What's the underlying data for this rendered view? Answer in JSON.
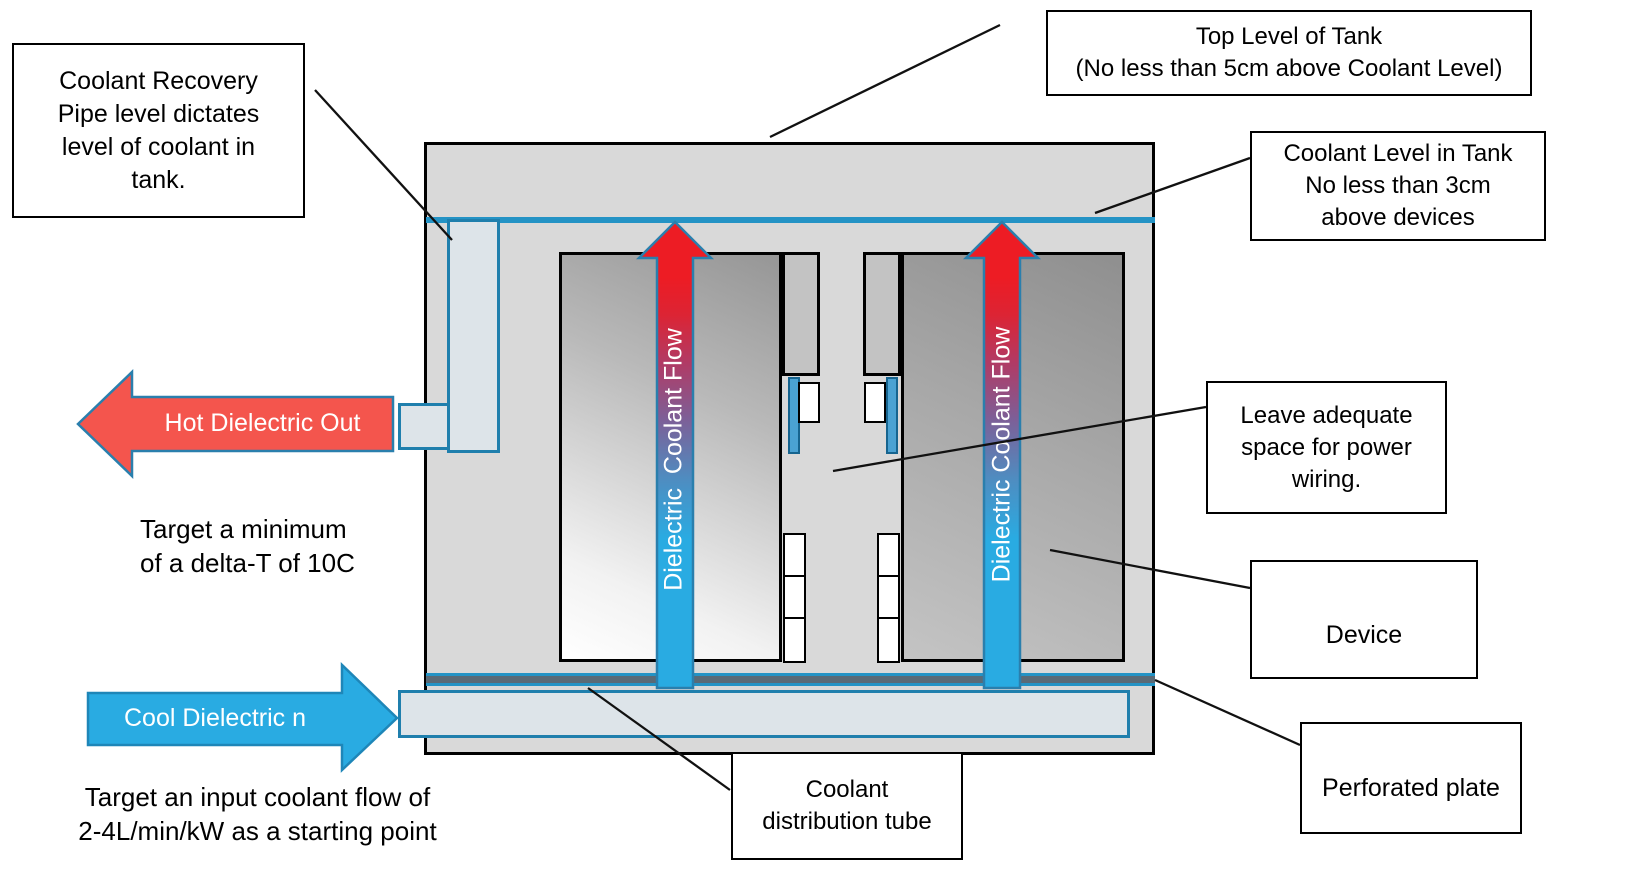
{
  "title": "Immersion cooling tank diagram",
  "colors": {
    "accent_blue": "#2493c5",
    "flow_blue": "#29abe2",
    "flow_red": "#ed1c24",
    "hot_red": "#f4554d",
    "steel_border": "#2a7fad",
    "pipe_border": "#1f7fad",
    "pipe_fill": "#dde4e9",
    "tank_fill": "#d9d9d9",
    "plate_dark": "#5a6a76"
  },
  "callouts": {
    "coolant_recovery": "Coolant Recovery\nPipe level dictates\nlevel of coolant in\ntank.",
    "top_level": "Top Level of Tank\n(No less than 5cm above Coolant Level)",
    "coolant_level": "Coolant Level in Tank\nNo less than 3cm\nabove devices",
    "power_wiring": "Leave adequate\nspace for power\nwiring.",
    "device": "Device",
    "perforated_plate": "Perforated plate",
    "distribution_tube": "Coolant\ndistribution tube"
  },
  "arrows": {
    "hot_out": "Hot Dielectric Out",
    "cool_in": "Cool Dielectric n",
    "flow_left": "Dielectric  Coolant Flow",
    "flow_right": "Dielectric Coolant Flow"
  },
  "notes": {
    "delta_t": "Target a minimum\nof a delta-T of 10C",
    "flow_rate": "Target an input coolant flow of\n2-4L/min/kW as a starting point"
  }
}
